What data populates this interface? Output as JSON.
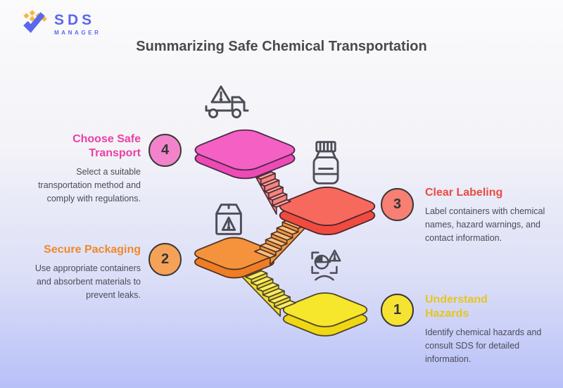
{
  "brand": {
    "name": "SDS",
    "subtitle": "MANAGER",
    "color": "#5A67EE",
    "diamond_color": "#F4B942"
  },
  "header": {
    "title": "Summarizing Safe Chemical Transportation"
  },
  "steps": [
    {
      "number": "1",
      "title": "Understand Hazards",
      "description": "Identify chemical hazards and consult SDS for detailed information.",
      "accent": "#E8C51D",
      "circle_fill": "#F6E233",
      "icon": "hazard-identify-icon"
    },
    {
      "number": "2",
      "title": "Secure Packaging",
      "description": "Use appropriate containers and absorbent materials to prevent leaks.",
      "accent": "#F0882B",
      "circle_fill": "#F5A258",
      "icon": "box-warning-icon"
    },
    {
      "number": "3",
      "title": "Clear Labeling",
      "description": "Label containers with chemical names, hazard warnings, and contact information.",
      "accent": "#E94B42",
      "circle_fill": "#F87F73",
      "icon": "chemical-bottle-icon"
    },
    {
      "number": "4",
      "title": "Choose Safe Transport",
      "description": "Select a suitable transportation method and comply with regulations.",
      "accent": "#EC3FA4",
      "circle_fill": "#F283CB",
      "icon": "truck-warning-icon"
    }
  ],
  "scene": {
    "platforms": {
      "pink": {
        "top": "#F560C5",
        "side": "#EE4AB5",
        "outline": "#4A2B49"
      },
      "red": {
        "top": "#F7695D",
        "side": "#F04B3F",
        "outline": "#52252E"
      },
      "orange": {
        "top": "#F5923C",
        "side": "#EE7D26",
        "outline": "#54331D"
      },
      "yellow": {
        "top": "#F6E62C",
        "side": "#F0D713",
        "outline": "#4E472B"
      }
    },
    "stairs": {
      "salmon": {
        "light": "#FCA59B",
        "dark": "#F5857A",
        "outline": "#4E2B3B"
      },
      "orange": {
        "light": "#F9BE7E",
        "dark": "#F0994A",
        "outline": "#54331D"
      },
      "yellow": {
        "light": "#F9ED67",
        "dark": "#F3DC30",
        "outline": "#4E472B"
      }
    }
  }
}
